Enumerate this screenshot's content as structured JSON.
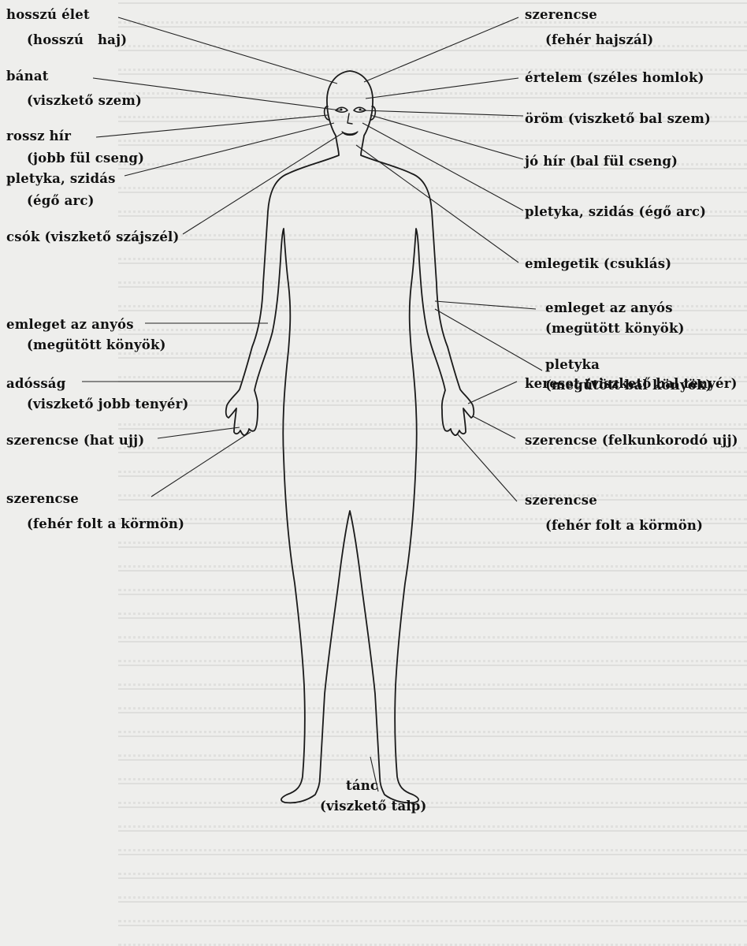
{
  "labels": {
    "l1": {
      "line1": "hosszú élet",
      "line2": "(hosszú   haj)"
    },
    "l2": {
      "line1": "bánat",
      "line2": "(viszkető szem)"
    },
    "l3": {
      "line1": "rossz hír",
      "line2": "(jobb fül cseng)"
    },
    "l4": {
      "line1": "pletyka, szidás",
      "line2": "(égő arc)"
    },
    "l5": {
      "line1": "csók (viszkető szájszél)"
    },
    "l6": {
      "line1": "emleget az anyós",
      "line2": "(megütött könyök)"
    },
    "l7": {
      "line1": "adósság",
      "line2": "(viszkető jobb tenyér)"
    },
    "l8": {
      "line1": "szerencse (hat ujj)"
    },
    "l9": {
      "line1": "szerencse",
      "line2": "(fehér folt a körmön)"
    },
    "r1": {
      "line1": "szerencse",
      "line2": "(fehér hajszál)"
    },
    "r2": {
      "line1": "értelem (széles homlok)"
    },
    "r3": {
      "line1": "öröm (viszkető bal szem)"
    },
    "r4": {
      "line1": "jó hír (bal fül cseng)"
    },
    "r5": {
      "line1": "pletyka, szidás (égő arc)"
    },
    "r6": {
      "line1": "emlegetik (csuklás)"
    },
    "r7": {
      "line1": "emleget az anyós",
      "line2": "(megütött könyök)"
    },
    "r8": {
      "line1": "pletyka",
      "line2": "(megütött bal könyök)"
    },
    "r9": {
      "line1": "kereset (viszkető bal tenyér)"
    },
    "r10": {
      "line1": "szerencse (felkunkorodó ujj)"
    },
    "r11": {
      "line1": "szerencse",
      "line2": "(fehér folt a körmön)"
    },
    "b1": {
      "line1": "tánc",
      "line2": "(viszkető talp)"
    }
  }
}
